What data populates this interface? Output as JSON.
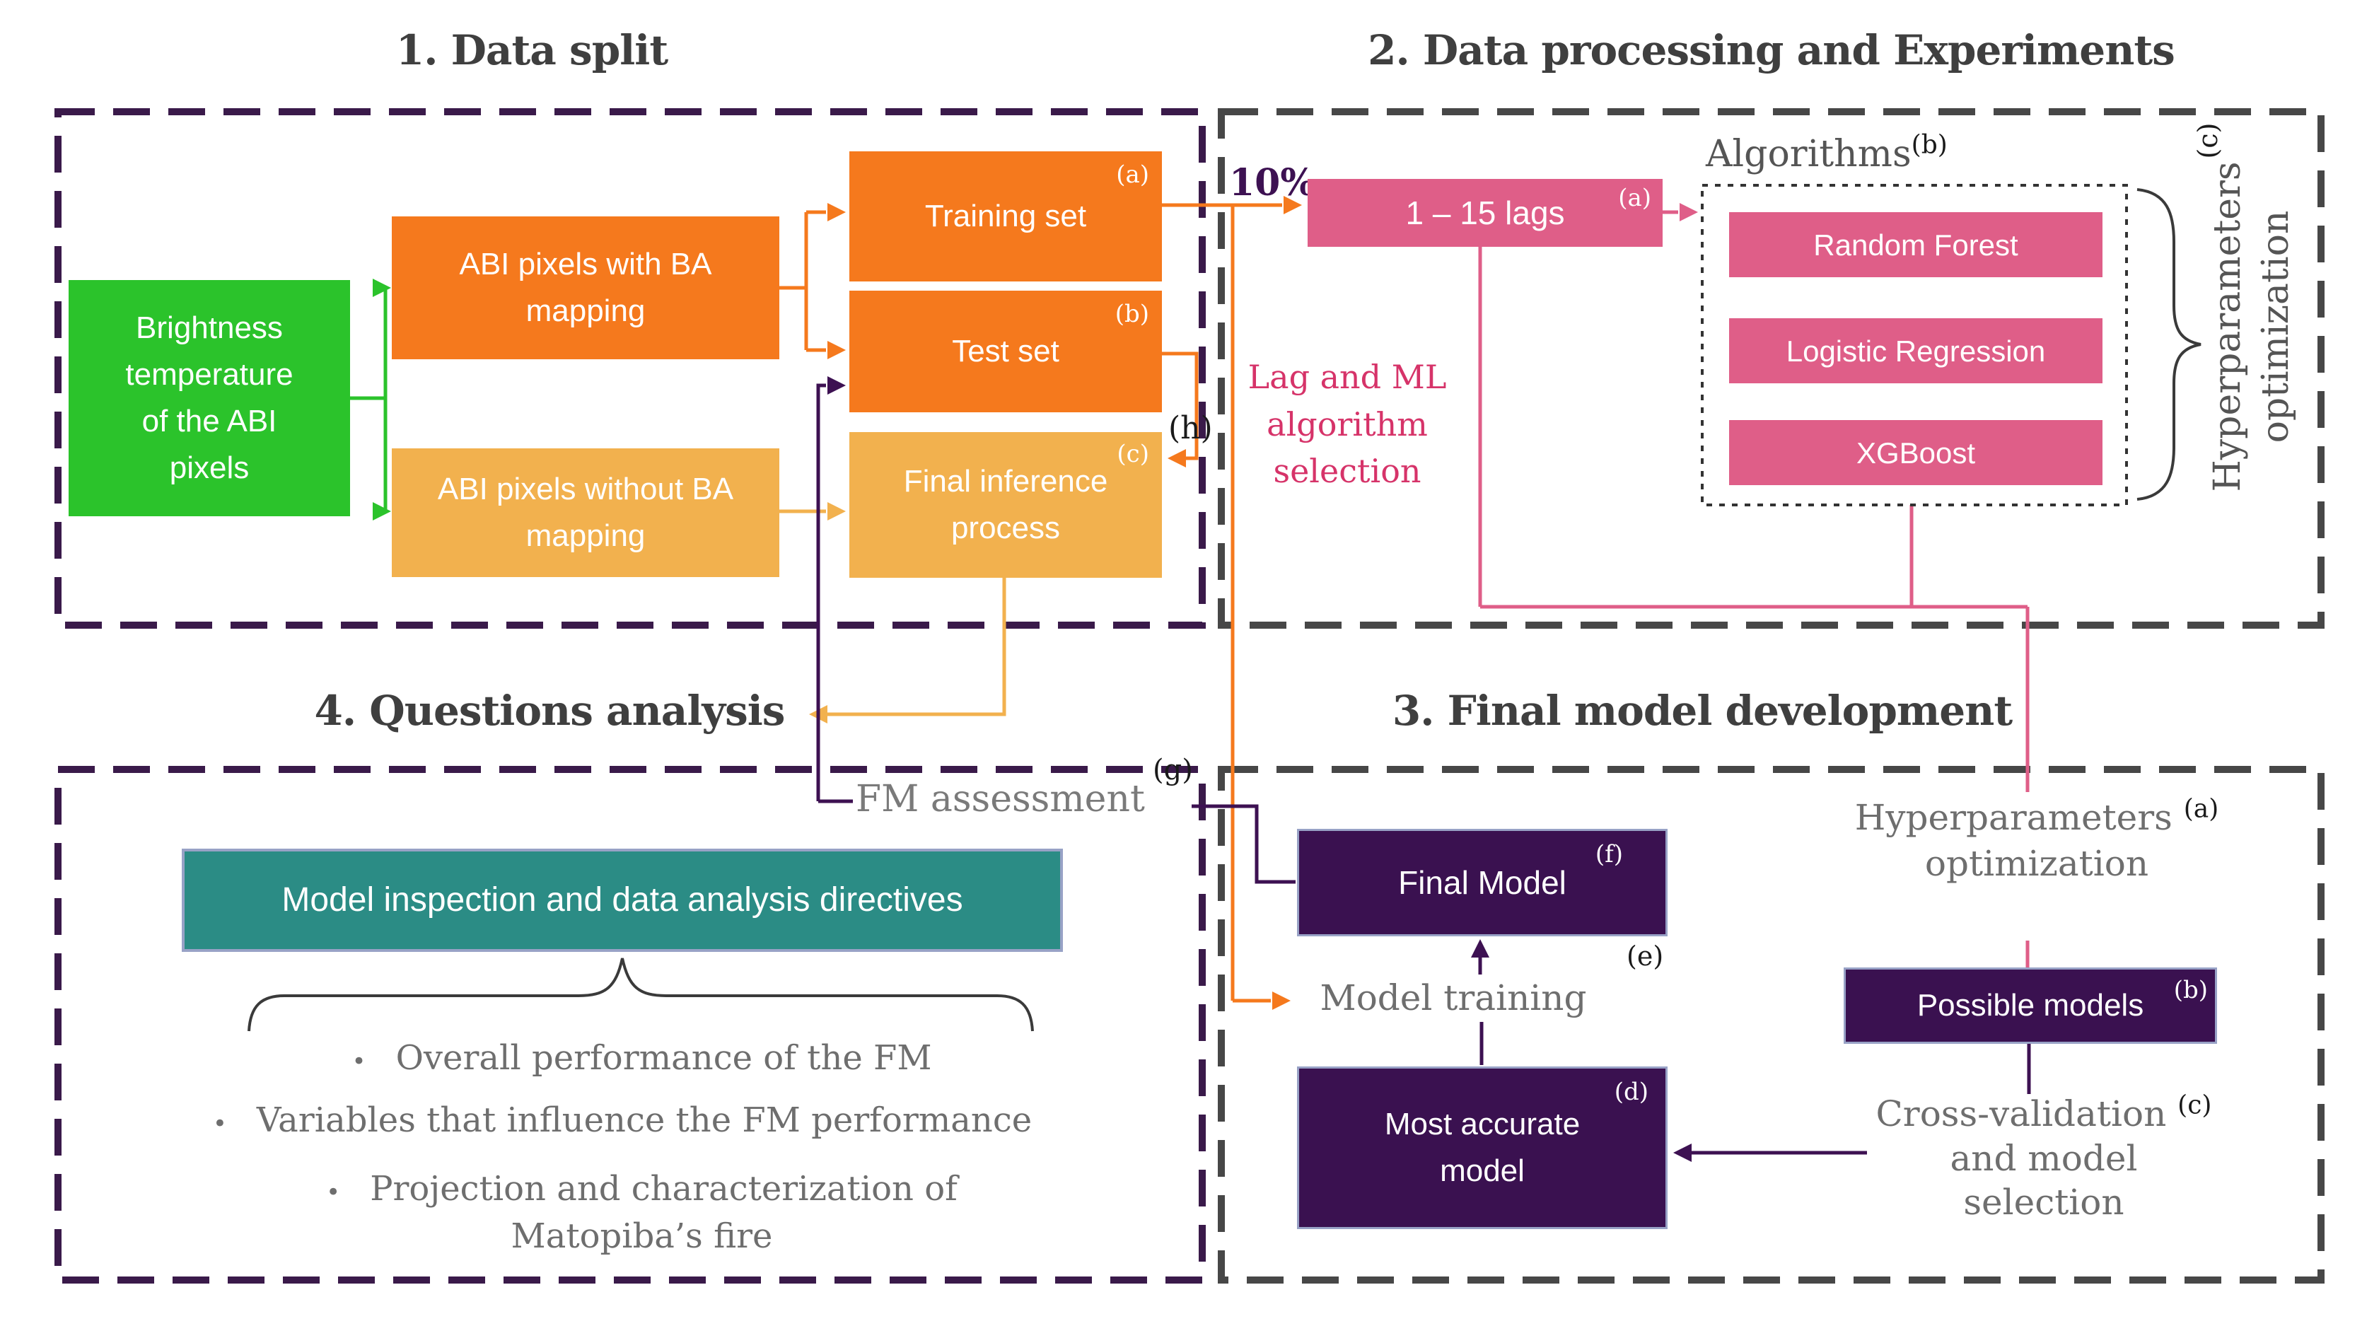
{
  "colors": {
    "green": "#2BC32B",
    "orange": "#F5791D",
    "amber": "#F2B14E",
    "pink": "#DF5E88",
    "crimson": "#D63369",
    "purple": "#3D1152",
    "darkbox": "#3A1150",
    "teal": "#2B8C85",
    "lightborder": "#98A2C6",
    "border_purple": "#3A1A4A",
    "border_gray": "#474747",
    "title_text": "#3F3F3F",
    "gray_text": "#6E6E6E",
    "brace": "#3A3A3A"
  },
  "s1": {
    "title": "1. Data split",
    "brightness": "Brightness temperature of the ABI pixels",
    "abi_with": "ABI pixels with BA mapping",
    "abi_without": "ABI pixels without BA mapping",
    "training": "Training set",
    "test": "Test set",
    "final_inference": "Final inference process"
  },
  "s2": {
    "title": "2. Data processing and Experiments",
    "ten_percent": "10%",
    "lags": "1 – 15 lags",
    "algorithms_label": "Algorithms",
    "algo_boxes": [
      "Random Forest",
      "Logistic Regression",
      "XGBoost"
    ],
    "lag_selection": [
      "Lag and ML",
      "algorithm",
      "selection"
    ],
    "hyperparameters_rotated": [
      "Hyperparameters",
      "optimization"
    ]
  },
  "s3": {
    "title": "3. Final model development",
    "hyperparameters": [
      "Hyperparameters",
      "optimization"
    ],
    "possible_models": "Possible models",
    "cross_validation": [
      "Cross-validation",
      "and model",
      "selection"
    ],
    "most_accurate": "Most accurate model",
    "model_training": "Model training",
    "final_model": "Final Model"
  },
  "s4": {
    "title": "4. Questions analysis",
    "fm_assessment": "FM assessment",
    "directives": "Model inspection and data analysis directives",
    "bullets": [
      "Overall performance of the FM",
      "Variables that influence the FM performance",
      "Projection and characterization of",
      "Matopiba’s fire"
    ]
  },
  "markers": {
    "a": "(a)",
    "b": "(b)",
    "c": "(c)",
    "d": "(d)",
    "e": "(e)",
    "f": "(f)",
    "g": "(g)",
    "h": "(h)"
  }
}
